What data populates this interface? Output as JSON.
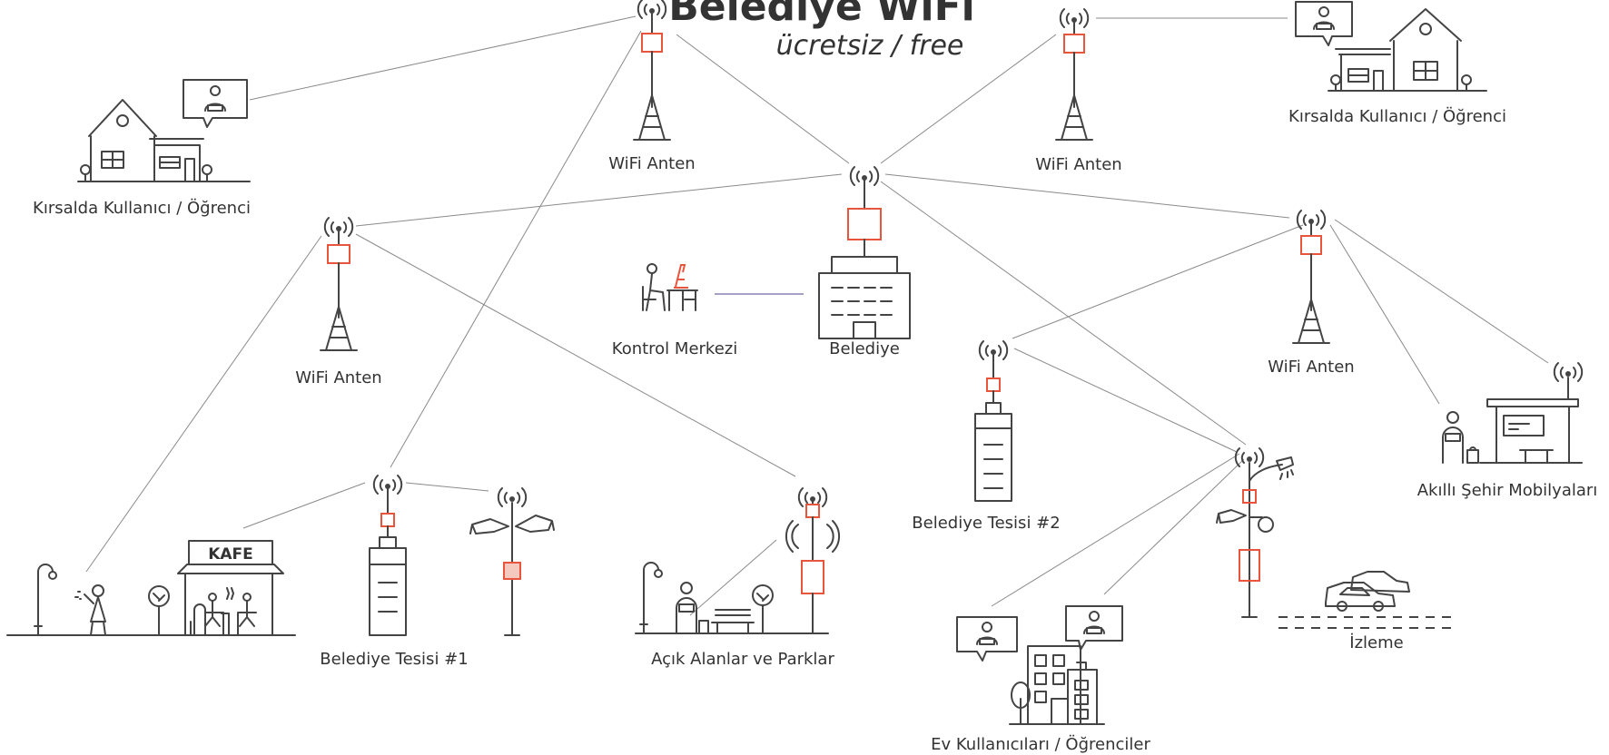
{
  "header": {
    "title": "Belediye WiFi",
    "subtitle": "ücretsiz / free"
  },
  "labels": {
    "antenna_top_left": "WiFi Anten",
    "antenna_top_right": "WiFi Anten",
    "antenna_mid_left": "WiFi Anten",
    "antenna_mid_right": "WiFi Anten",
    "rural_user_left": "Kırsalda Kullanıcı / Öğrenci",
    "rural_user_right": "Kırsalda Kullanıcı / Öğrenci",
    "control_center": "Kontrol Merkezi",
    "municipality": "Belediye",
    "facility_1": "Belediye Tesisi #1",
    "facility_2": "Belediye Tesisi #2",
    "parks": "Açık Alanlar ve Parklar",
    "smart_furniture": "Akıllı Şehir Mobilyaları",
    "monitoring": "İzleme",
    "home_users": "Ev Kullanıcıları / Öğrenciler",
    "cafe_sign": "KAFE"
  },
  "colors": {
    "accent": "#e8553c",
    "ink": "#444444",
    "link": "#8a8a8a",
    "text": "#333333"
  },
  "icons": [
    "wifi-antenna-tower-icon",
    "house-icon",
    "user-chat-bubble-icon",
    "city-hall-icon",
    "control-desk-icon",
    "water-tower-icon",
    "street-lamp-icon",
    "security-camera-icon",
    "cafe-icon",
    "bus-stop-icon",
    "car-icon",
    "apartment-icon",
    "tree-icon",
    "bench-icon",
    "person-icon"
  ]
}
